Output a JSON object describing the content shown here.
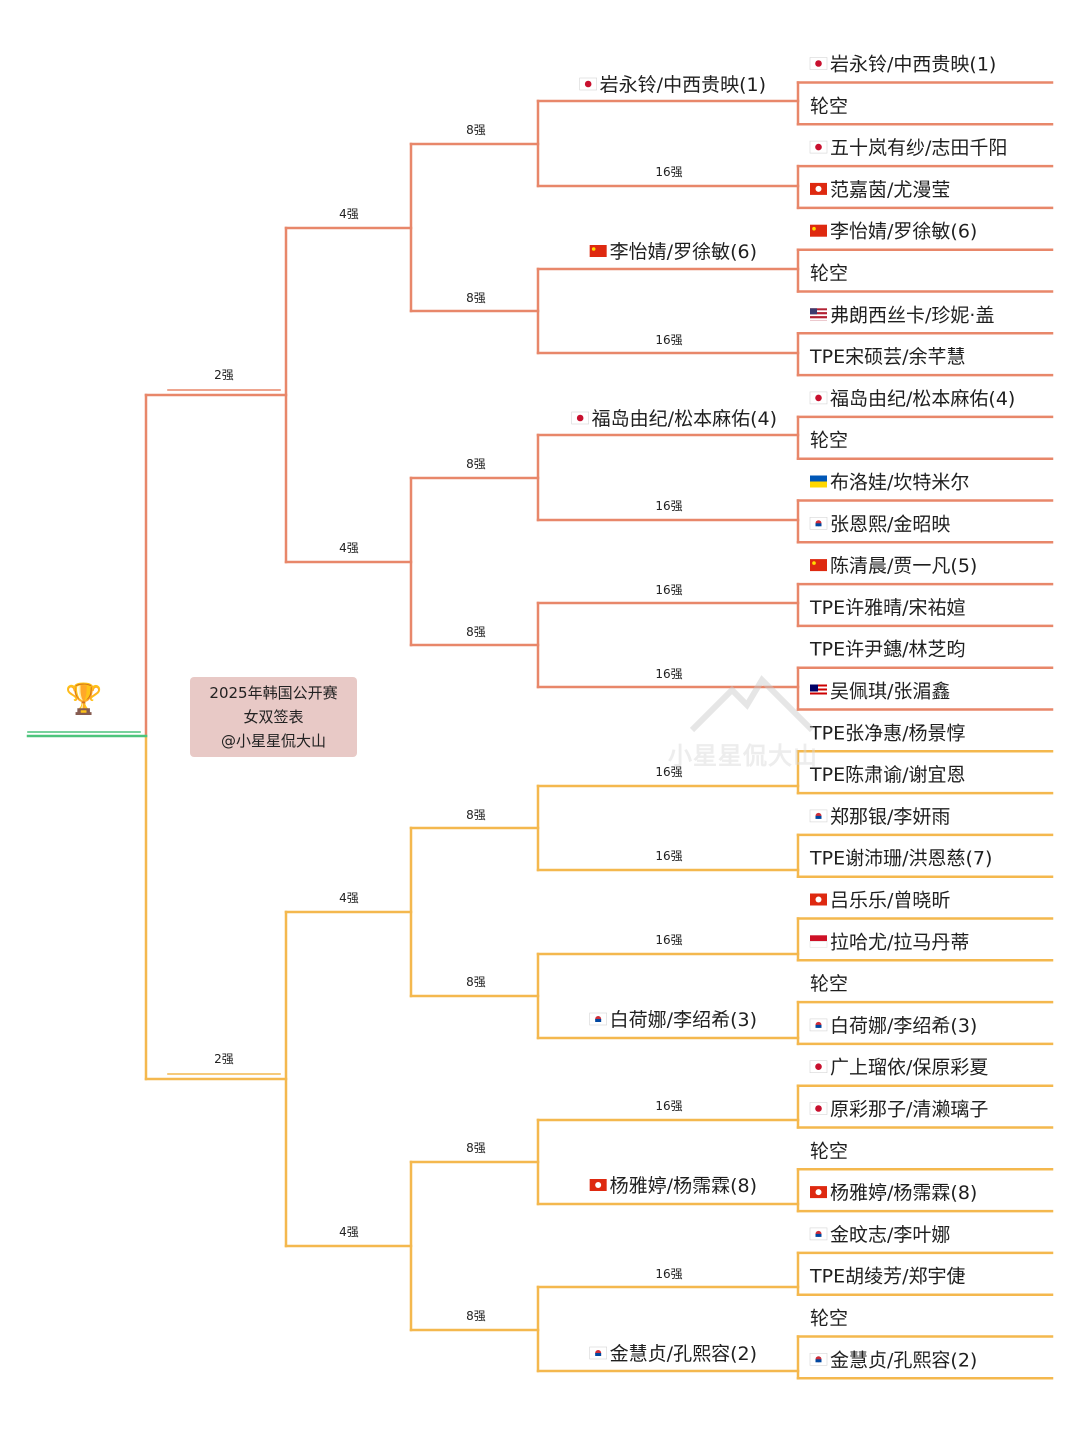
{
  "title": {
    "line1": "2025年韩国公开赛",
    "line2": "女双签表",
    "line3": "@小星星侃大山"
  },
  "watermark": "小星星侃大山",
  "round_labels": {
    "final": "2强",
    "semi": "4强",
    "quarter": "8强",
    "r16": "16强"
  },
  "colors": {
    "top_half": "#e8876a",
    "bottom_half": "#f4b84e",
    "champion": "#4cc47c",
    "trophy": "#e0a325"
  },
  "entries": [
    {
      "flag": "jp",
      "name": "岩永铃/中西贵映(1)"
    },
    {
      "flag": "",
      "name": "轮空"
    },
    {
      "flag": "jp",
      "name": "五十岚有纱/志田千阳"
    },
    {
      "flag": "hk",
      "name": "范嘉茵/尤漫莹"
    },
    {
      "flag": "cn",
      "name": "李怡婧/罗徐敏(6)"
    },
    {
      "flag": "",
      "name": "轮空"
    },
    {
      "flag": "us",
      "name": "弗朗西丝卡/珍妮·盖"
    },
    {
      "flag": "",
      "name": "TPE宋硕芸/余芊慧"
    },
    {
      "flag": "jp",
      "name": "福岛由纪/松本麻佑(4)"
    },
    {
      "flag": "",
      "name": "轮空"
    },
    {
      "flag": "ua",
      "name": "布洛娃/坎特米尔"
    },
    {
      "flag": "kr",
      "name": "张恩熙/金昭映"
    },
    {
      "flag": "cn",
      "name": "陈清晨/贾一凡(5)"
    },
    {
      "flag": "",
      "name": "TPE许雅晴/宋祐媗"
    },
    {
      "flag": "",
      "name": "TPE许尹鏸/林芝昀"
    },
    {
      "flag": "my",
      "name": "吴佩琪/张湄鑫"
    },
    {
      "flag": "",
      "name": "TPE张净惠/杨景惇"
    },
    {
      "flag": "",
      "name": "TPE陈肃谕/谢宜恩"
    },
    {
      "flag": "kr",
      "name": "郑那银/李妍雨"
    },
    {
      "flag": "",
      "name": "TPE谢沛珊/洪恩慈(7)"
    },
    {
      "flag": "hk",
      "name": "吕乐乐/曾晓昕"
    },
    {
      "flag": "id",
      "name": "拉哈尤/拉马丹蒂"
    },
    {
      "flag": "",
      "name": "轮空"
    },
    {
      "flag": "kr",
      "name": "白荷娜/李绍希(3)"
    },
    {
      "flag": "jp",
      "name": "广上瑠依/保原彩夏"
    },
    {
      "flag": "jp",
      "name": "原彩那子/清濑璃子"
    },
    {
      "flag": "",
      "name": "轮空"
    },
    {
      "flag": "hk",
      "name": "杨雅婷/杨霈霖(8)"
    },
    {
      "flag": "kr",
      "name": "金旼志/李叶娜"
    },
    {
      "flag": "",
      "name": "TPE胡绫芳/郑宇倢"
    },
    {
      "flag": "",
      "name": "轮空"
    },
    {
      "flag": "kr",
      "name": "金慧贞/孔熙容(2)"
    }
  ],
  "r16_winners": [
    {
      "flag": "jp",
      "name": "岩永铃/中西贵映(1)"
    },
    {
      "flag": "",
      "name": ""
    },
    {
      "flag": "cn",
      "name": "李怡婧/罗徐敏(6)"
    },
    {
      "flag": "",
      "name": ""
    },
    {
      "flag": "jp",
      "name": "福岛由纪/松本麻佑(4)"
    },
    {
      "flag": "",
      "name": ""
    },
    {
      "flag": "",
      "name": ""
    },
    {
      "flag": "",
      "name": ""
    },
    {
      "flag": "",
      "name": ""
    },
    {
      "flag": "",
      "name": ""
    },
    {
      "flag": "",
      "name": ""
    },
    {
      "flag": "kr",
      "name": "白荷娜/李绍希(3)"
    },
    {
      "flag": "",
      "name": ""
    },
    {
      "flag": "hk",
      "name": "杨雅婷/杨霈霖(8)"
    },
    {
      "flag": "",
      "name": ""
    },
    {
      "flag": "kr",
      "name": "金慧贞/孔熙容(2)"
    }
  ]
}
